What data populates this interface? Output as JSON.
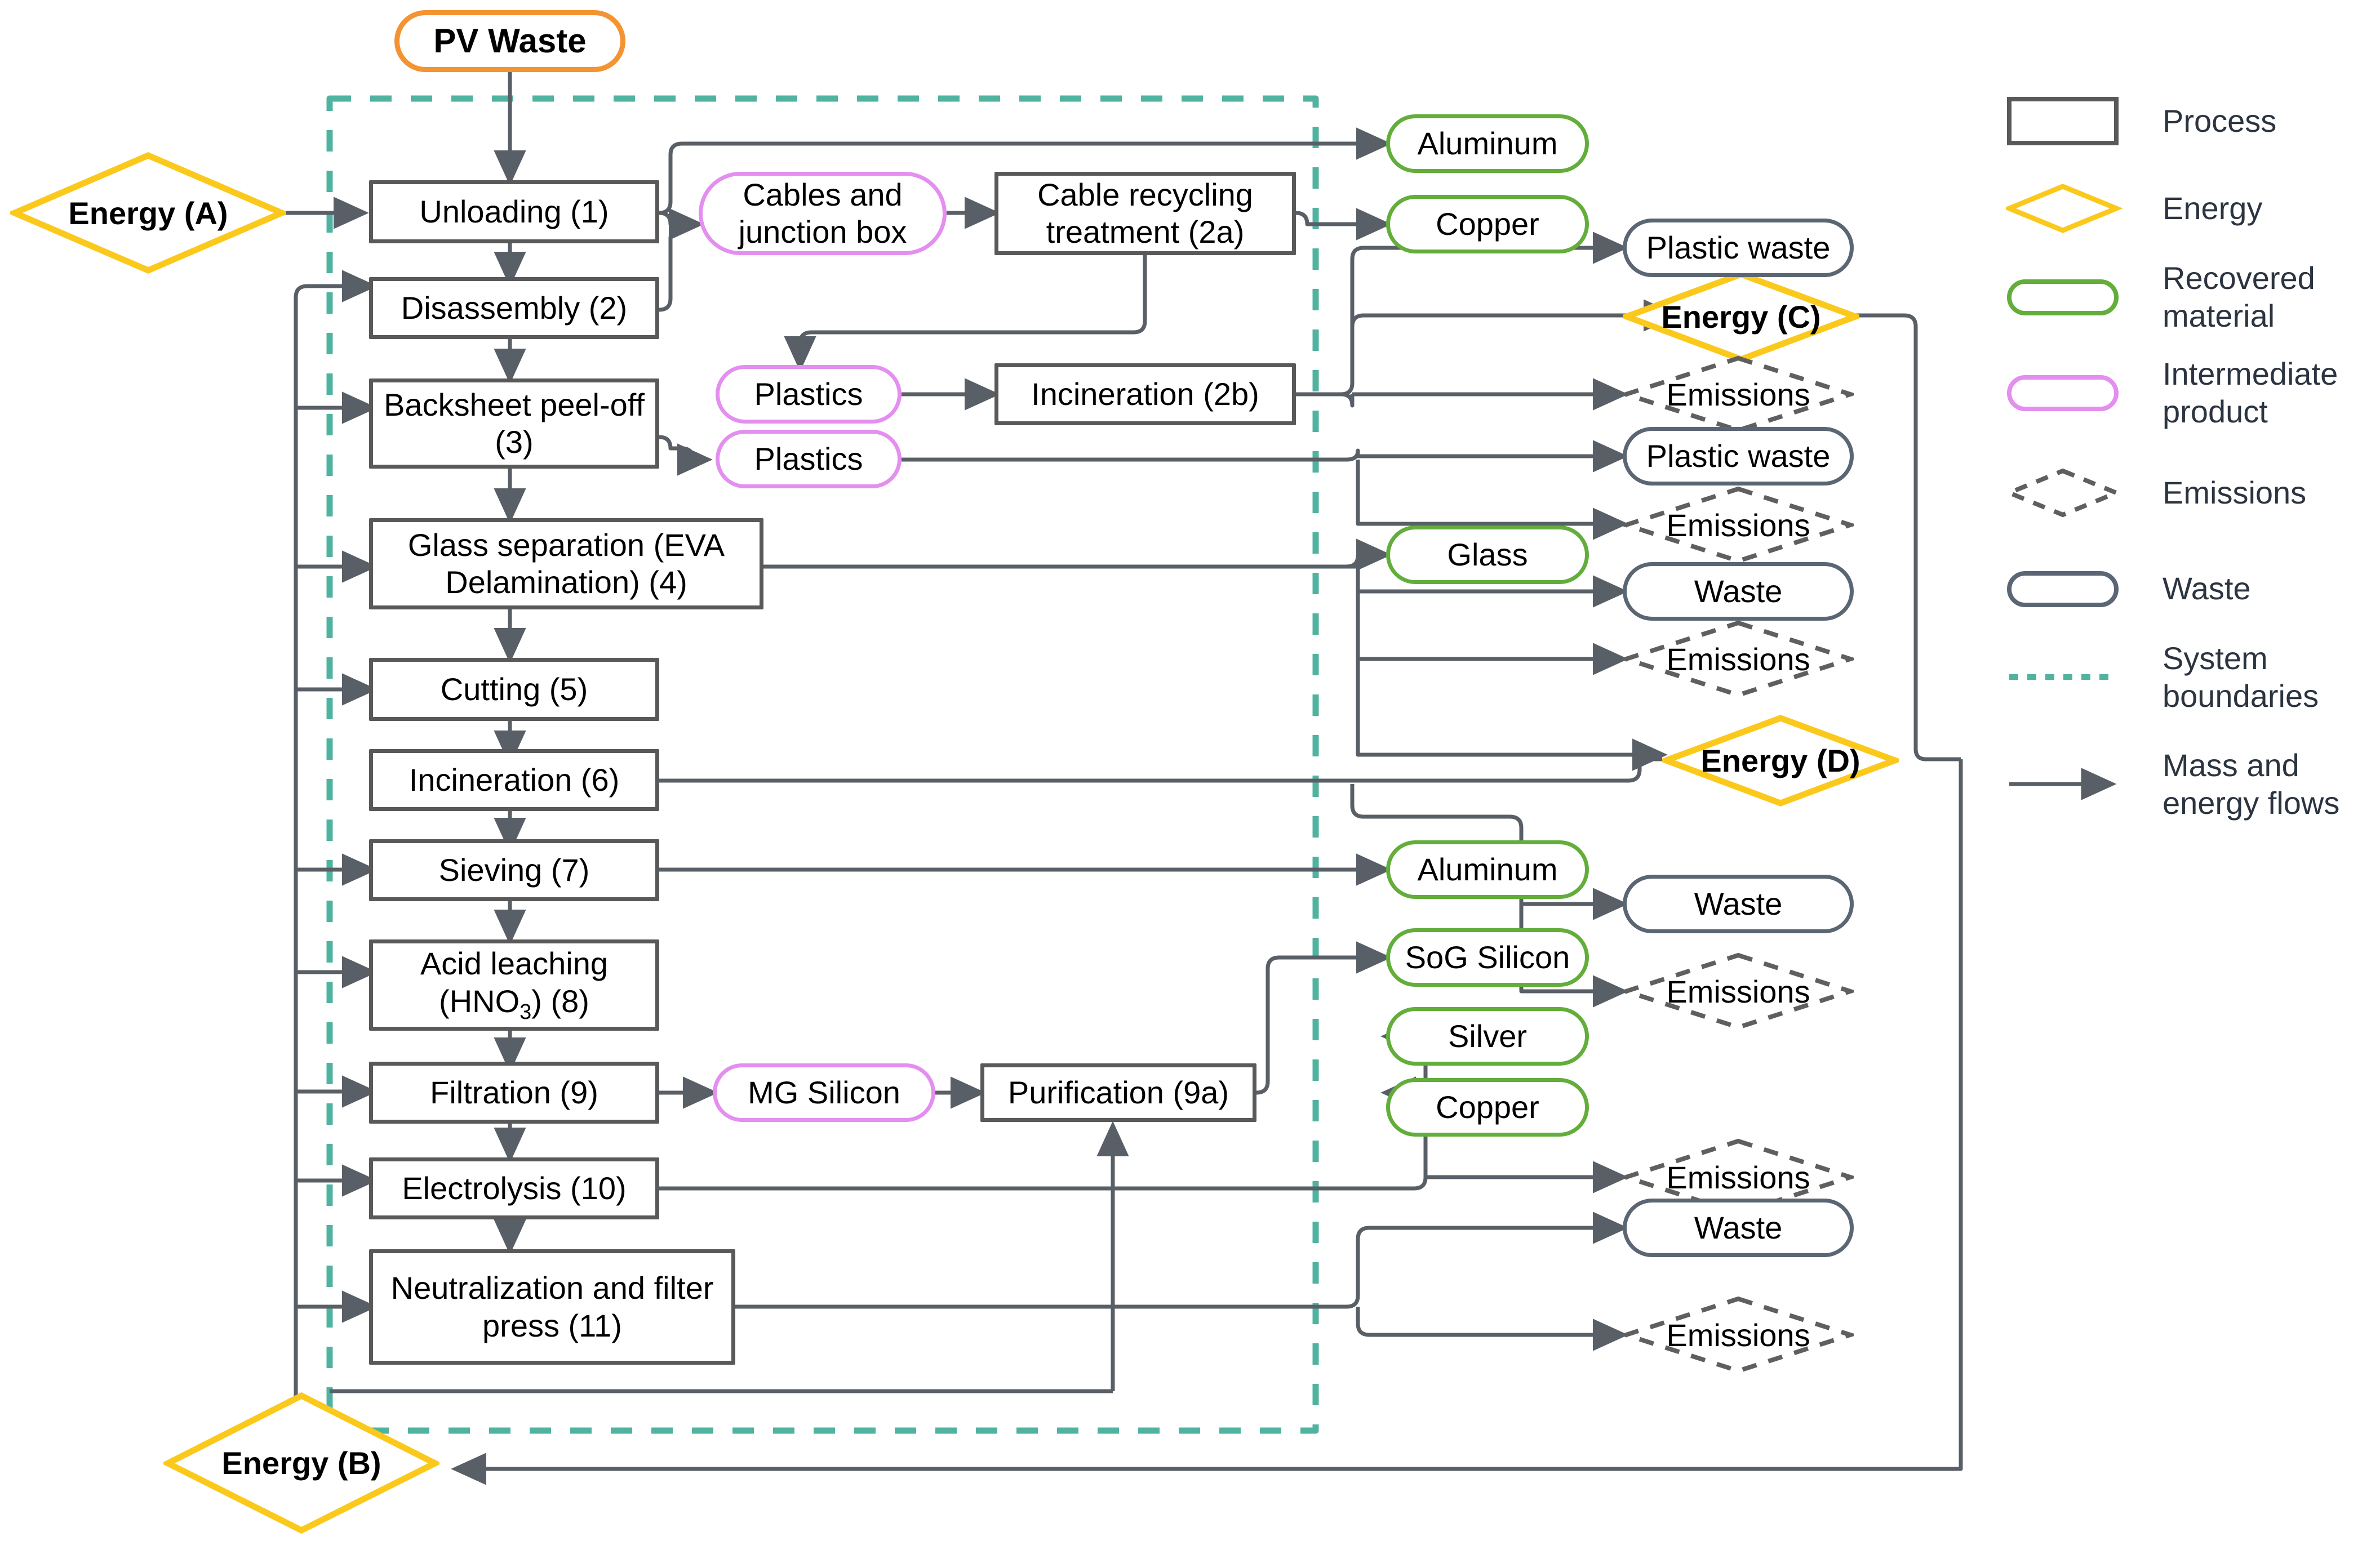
{
  "diagram": {
    "title": "PV waste recycling process flow",
    "input": {
      "label": "PV Waste"
    },
    "energy_inputs": [
      {
        "id": "A",
        "label": "Energy (A)"
      },
      {
        "id": "B",
        "label": "Energy (B)"
      }
    ],
    "energy_outputs": [
      {
        "id": "C",
        "label": "Energy (C)"
      },
      {
        "id": "D",
        "label": "Energy (D)"
      }
    ],
    "processes": [
      {
        "n": "1",
        "label": "Unloading (1)"
      },
      {
        "n": "2",
        "label": "Disassembly (2)"
      },
      {
        "n": "2a",
        "label": "Cable recycling treatment (2a)"
      },
      {
        "n": "2b",
        "label": "Incineration (2b)"
      },
      {
        "n": "3",
        "label": "Backsheet peel-off (3)"
      },
      {
        "n": "4",
        "label": "Glass separation (EVA Delamination) (4)"
      },
      {
        "n": "5",
        "label": "Cutting (5)"
      },
      {
        "n": "6",
        "label": "Incineration (6)"
      },
      {
        "n": "7",
        "label": "Sieving (7)"
      },
      {
        "n": "8",
        "label": "Acid leaching (HNO3) (8)"
      },
      {
        "n": "9",
        "label": "Filtration (9)"
      },
      {
        "n": "9a",
        "label": "Purification (9a)"
      },
      {
        "n": "10",
        "label": "Electrolysis (10)"
      },
      {
        "n": "11",
        "label": "Neutralization and filter press (11)"
      }
    ],
    "intermediates": [
      {
        "label": "Cables and junction box"
      },
      {
        "label": "Plastics"
      },
      {
        "label": "Plastics"
      },
      {
        "label": "MG Silicon"
      }
    ],
    "recovered_materials": [
      {
        "label": "Aluminum"
      },
      {
        "label": "Copper"
      },
      {
        "label": "Glass"
      },
      {
        "label": "Aluminum"
      },
      {
        "label": "SoG Silicon"
      },
      {
        "label": "Silver"
      },
      {
        "label": "Copper"
      }
    ],
    "wastes": [
      {
        "label": "Plastic waste"
      },
      {
        "label": "Plastic waste"
      },
      {
        "label": "Waste"
      },
      {
        "label": "Waste"
      },
      {
        "label": "Waste"
      }
    ],
    "emissions": [
      {
        "label": "Emissions"
      },
      {
        "label": "Emissions"
      },
      {
        "label": "Emissions"
      },
      {
        "label": "Emissions"
      },
      {
        "label": "Emissions"
      },
      {
        "label": "Emissions"
      }
    ]
  },
  "legend": {
    "items": [
      {
        "symbol": "process-rectangle",
        "label": "Process"
      },
      {
        "symbol": "energy-diamond",
        "label": "Energy"
      },
      {
        "symbol": "recovered-pill",
        "label": "Recovered material"
      },
      {
        "symbol": "intermediate-pill",
        "label": "Intermediate product"
      },
      {
        "symbol": "emissions-diamond",
        "label": "Emissions"
      },
      {
        "symbol": "waste-pill",
        "label": "Waste"
      },
      {
        "symbol": "dotted-line",
        "label": "System boundaries"
      },
      {
        "symbol": "arrow-line",
        "label": "Mass and energy flows"
      }
    ]
  },
  "nodes": {
    "pv_waste": "PV Waste",
    "unloading": "Unloading (1)",
    "disassembly": "Disassembly (2)",
    "cables_junction_box": "Cables and junction box",
    "cable_recycling": "Cable recycling treatment (2a)",
    "plastics_a": "Plastics",
    "incineration_2b": "Incineration (2b)",
    "backsheet": "Backsheet peel-off (3)",
    "plastics_b": "Plastics",
    "glass_separation": "Glass separation (EVA Delamination) (4)",
    "cutting": "Cutting (5)",
    "incineration_6": "Incineration (6)",
    "sieving": "Sieving (7)",
    "acid_leaching_line1": "Acid leaching",
    "acid_leaching_line2a": "(HNO",
    "acid_leaching_sub": "3",
    "acid_leaching_line2b": ") (8)",
    "filtration": "Filtration (9)",
    "mg_silicon": "MG Silicon",
    "purification": "Purification (9a)",
    "electrolysis": "Electrolysis (10)",
    "neutralization": "Neutralization and filter press (11)",
    "energy_a": "Energy (A)",
    "energy_b": "Energy (B)",
    "energy_c": "Energy (C)",
    "energy_d": "Energy (D)",
    "aluminum_1": "Aluminum",
    "copper_1": "Copper",
    "plastic_waste_1": "Plastic waste",
    "emissions_1": "Emissions",
    "plastic_waste_2": "Plastic waste",
    "emissions_2": "Emissions",
    "glass": "Glass",
    "waste_1": "Waste",
    "emissions_3": "Emissions",
    "aluminum_2": "Aluminum",
    "waste_2": "Waste",
    "sog_silicon": "SoG Silicon",
    "emissions_4": "Emissions",
    "silver": "Silver",
    "copper_2": "Copper",
    "emissions_5": "Emissions",
    "waste_3": "Waste",
    "emissions_6": "Emissions"
  },
  "colors": {
    "process_border": "#595959",
    "energy": "#fbc91b",
    "recovered": "#63ad3b",
    "intermediate": "#e48ef0",
    "waste": "#5a6673",
    "emissions": "#5f5f5f",
    "boundary": "#4fb3a0",
    "flow": "#595f66",
    "input": "#f49331"
  }
}
